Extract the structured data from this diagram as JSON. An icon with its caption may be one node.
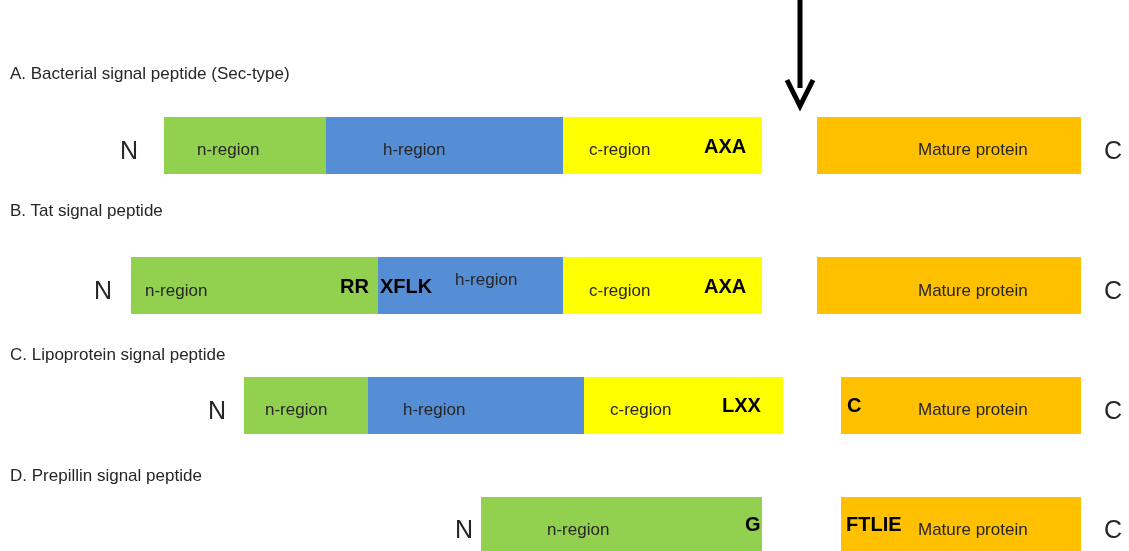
{
  "diagram": {
    "nodes": [
      {
        "text": [
          "n-region"
        ]
      },
      {
        "text": [
          "h-region"
        ]
      },
      {
        "text": [
          "c-region",
          "AXA"
        ]
      },
      {
        "text": [
          "Mature protein"
        ]
      },
      {
        "text": [
          "n-region",
          "RR"
        ]
      },
      {
        "text": [
          "XFLK",
          "h-region"
        ]
      },
      {
        "text": [
          "c-region",
          "AXA"
        ]
      },
      {
        "text": [
          "Mature protein"
        ]
      },
      {
        "text": [
          "n-region"
        ]
      },
      {
        "text": [
          "h-region"
        ]
      },
      {
        "text": [
          "c-region",
          "LXX"
        ]
      },
      {
        "text": [
          "C",
          "Mature protein"
        ]
      },
      {
        "text": [
          "n-region",
          "G"
        ]
      },
      {
        "text": [
          "FTLIE",
          "Mature protein"
        ]
      }
    ],
    "labels": [
      "A. Bacterial signal peptide (Sec-type)",
      "N",
      "C",
      "B. Tat signal peptide",
      "N",
      "C",
      "C. Lipoprotein signal peptide",
      "N",
      "C",
      "D. Prepillin signal peptide",
      "N",
      "C"
    ]
  }
}
